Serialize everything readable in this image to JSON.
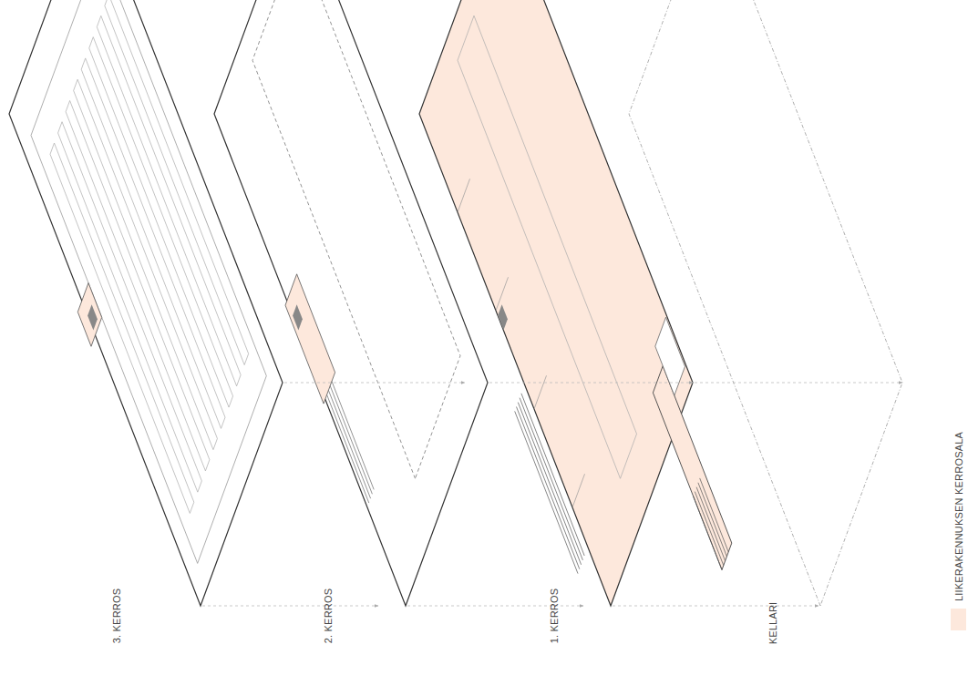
{
  "diagram": {
    "labels": [
      "3. KERROS",
      "2. KERROS",
      "1. KERROS",
      "KELLARI"
    ],
    "legend": [
      {
        "text": "LIIKERAKENNUKSEN KERROSALA",
        "color": "#fde8dc"
      }
    ]
  }
}
